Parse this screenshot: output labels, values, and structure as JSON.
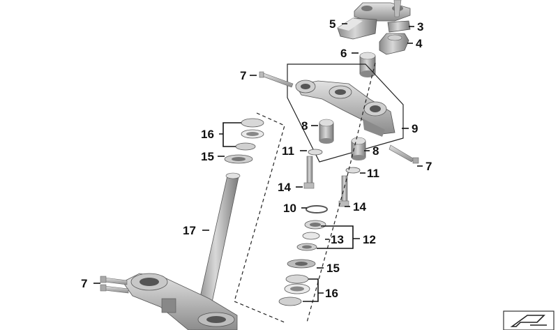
{
  "diagram": {
    "labels": {
      "l1": "5",
      "l2": "3",
      "l3": "6",
      "l4": "4",
      "l5": "7",
      "l6": "9",
      "l7": "8",
      "l8": "16",
      "l9": "15",
      "l10": "11",
      "l11": "8",
      "l12": "7",
      "l13": "14",
      "l14": "11",
      "l15": "10",
      "l16": "14",
      "l17": "17",
      "l18": "13",
      "l19": "12",
      "l20": "15",
      "l21": "7",
      "l22": "16"
    }
  },
  "colors": {
    "part_light": "#d9d9d9",
    "part_mid": "#a9a9a9",
    "part_dark": "#6e6e6e",
    "line": "#111111"
  }
}
